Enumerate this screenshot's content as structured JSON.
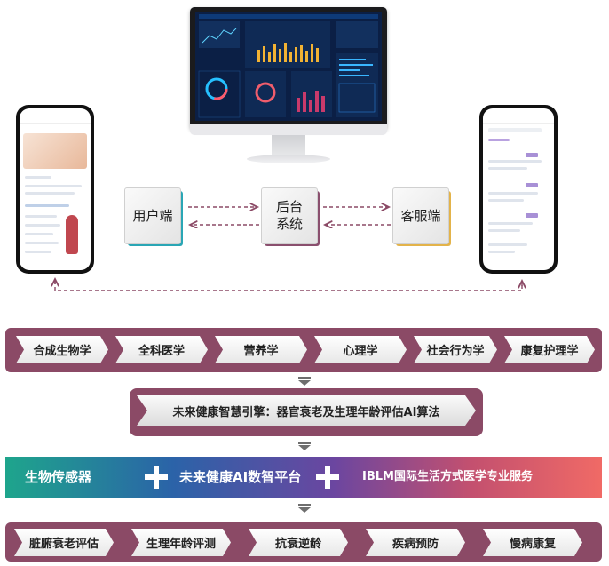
{
  "roles": {
    "user": "用户端",
    "backend_line1": "后台",
    "backend_line2": "系统",
    "customer_service": "客服端"
  },
  "disciplines": [
    "合成生物学",
    "全科医学",
    "营养学",
    "心理学",
    "社会行为学",
    "康复护理学"
  ],
  "engine": "未来健康智慧引擎：器官衰老及生理年龄评估AI算法",
  "platform": {
    "item1": "生物传感器",
    "item2": "未来健康AI数智平台",
    "item3": "IBLM国际生活方式医学专业服务"
  },
  "outcomes": [
    "脏腑衰老评估",
    "生理年龄评测",
    "抗衰逆龄",
    "疾病预防",
    "慢病康复"
  ],
  "colors": {
    "band": "#8b4a66",
    "user_accent": "#2aa6b5",
    "backend_accent": "#8a4f6e",
    "cs_accent": "#e3b34a",
    "connector": "#8b4a66"
  },
  "icons": {
    "monitor": "dashboard-monitor-icon",
    "phone_user": "user-app-phone-icon",
    "phone_cs": "customer-service-phone-icon",
    "plus": "plus-icon"
  }
}
